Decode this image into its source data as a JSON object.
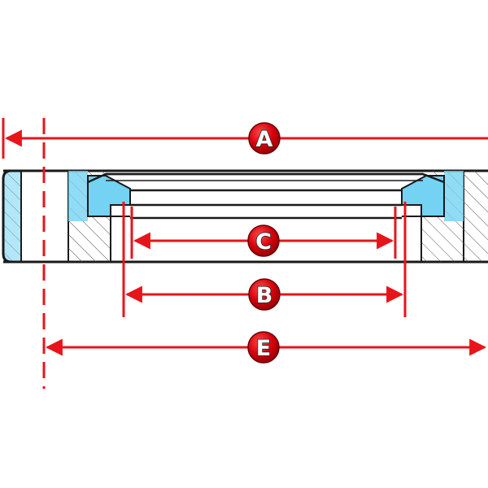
{
  "diagram": {
    "labels": {
      "A": "A",
      "B": "B",
      "C": "C",
      "E": "E"
    },
    "colors": {
      "dimension": "#e8141b",
      "badge_dark": "#9a0008",
      "badge_light": "#ff3a3a",
      "section_fill": "#74d2f2",
      "outline": "#1a1a1a",
      "hatch": "#555555"
    }
  }
}
